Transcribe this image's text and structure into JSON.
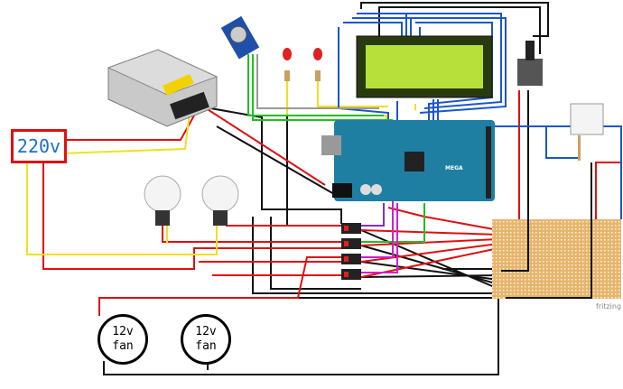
{
  "labels": {
    "power_input": "220v",
    "fans": [
      {
        "line1": "12v",
        "line2": "fan"
      },
      {
        "line1": "12v",
        "line2": "fan"
      }
    ],
    "board_model": "MEGA",
    "watermark": "fritzing"
  },
  "colors": {
    "power_box_border": "#e01010",
    "power_text": "#1a6fd0",
    "arduino_board": "#1f7fa3",
    "lcd_screen": "#b8e03a",
    "perfboard": "#e6b56e"
  }
}
